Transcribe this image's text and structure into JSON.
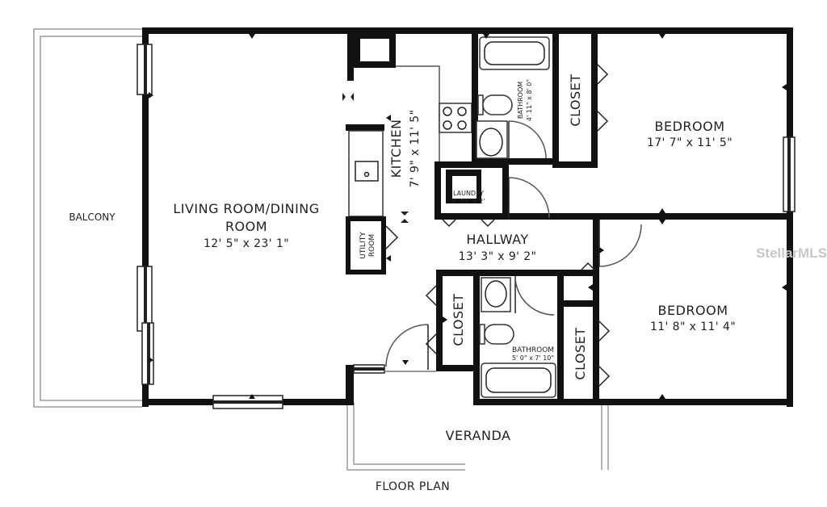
{
  "rooms": {
    "balcony": {
      "name": "BALCONY"
    },
    "living": {
      "name_line1": "LIVING ROOM/DINING",
      "name_line2": "ROOM",
      "dims": "12' 5\" x 23' 1\""
    },
    "kitchen": {
      "name": "KITCHEN",
      "dims": "7' 9\" x 11' 5\""
    },
    "utility": {
      "name_line1": "UTILITY",
      "name_line2": "ROOM"
    },
    "laundry": {
      "name": "LAUNDRY",
      "dims": "4' 11\" x 2'"
    },
    "bath1": {
      "name": "BATHROOM",
      "dims": "4' 11\" x 8' 0\""
    },
    "closet1": {
      "name": "CLOSET"
    },
    "bedroom1": {
      "name": "BEDROOM",
      "dims": "17' 7\" x 11' 5\""
    },
    "hallway": {
      "name": "HALLWAY",
      "dims": "13' 3\" x 9' 2\""
    },
    "closet2": {
      "name": "CLOSET"
    },
    "bath2": {
      "name": "BATHROOM",
      "dims": "5' 0\" x 7' 10\""
    },
    "closet3": {
      "name": "CLOSET"
    },
    "bedroom2": {
      "name": "BEDROOM",
      "dims": "11' 8\" x 11' 4\""
    },
    "veranda": {
      "name": "VERANDA"
    }
  },
  "caption": "FLOOR PLAN",
  "watermark": "StellarMLS",
  "colors": {
    "wall": "#111111",
    "watermark": "#c8c8c8"
  }
}
